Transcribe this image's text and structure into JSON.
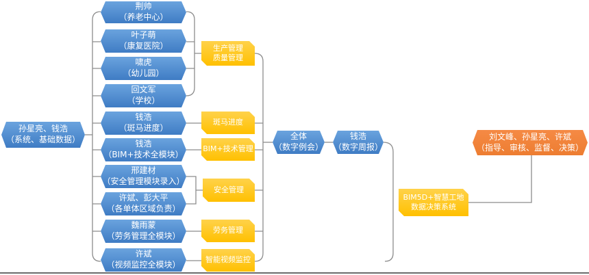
{
  "root": {
    "lines": [
      "孙星亮、钱浩",
      "（系统、基础数据）"
    ]
  },
  "people": [
    {
      "lines": [
        "荆帅",
        "（养老中心）"
      ]
    },
    {
      "lines": [
        "叶子萌",
        "（康复医院）"
      ]
    },
    {
      "lines": [
        "啸虎",
        "（幼儿园）"
      ]
    },
    {
      "lines": [
        "回文军",
        "（学校）"
      ]
    },
    {
      "lines": [
        "钱浩",
        "（斑马进度）"
      ]
    },
    {
      "lines": [
        "钱浩",
        "（BIM+技术全模块）"
      ]
    },
    {
      "lines": [
        "邢建材",
        "（安全管理模块录入）"
      ]
    },
    {
      "lines": [
        "许斌、彭大平",
        "（各单体区域负责）"
      ]
    },
    {
      "lines": [
        "魏雨蒙",
        "（劳务管理全模块）"
      ]
    },
    {
      "lines": [
        "许斌",
        "（视频监控全模块）"
      ]
    }
  ],
  "modules": [
    {
      "lines": [
        "生产管理",
        "质量管理"
      ]
    },
    {
      "lines": [
        "斑马进度"
      ]
    },
    {
      "lines": [
        "BIM+技术管理"
      ]
    },
    {
      "lines": [
        "安全管理"
      ]
    },
    {
      "lines": [
        "劳务管理"
      ]
    },
    {
      "lines": [
        "智能视频监控"
      ]
    }
  ],
  "all_hands": {
    "lines": [
      "全体",
      "（数字例会）"
    ]
  },
  "weekly": {
    "lines": [
      "钱浩",
      "（数字周报）"
    ]
  },
  "system": {
    "lines": [
      "BIM5D+智慧工地",
      "数据决策系统"
    ]
  },
  "leaders": {
    "lines": [
      "刘文峰、孙星亮、许斌",
      "（指导、审核、监督、决策）"
    ]
  },
  "colors": {
    "blue": "#4a86cf",
    "yellow": "#ffc000",
    "orange": "#ed7d31",
    "line": "#8c8c8c"
  }
}
